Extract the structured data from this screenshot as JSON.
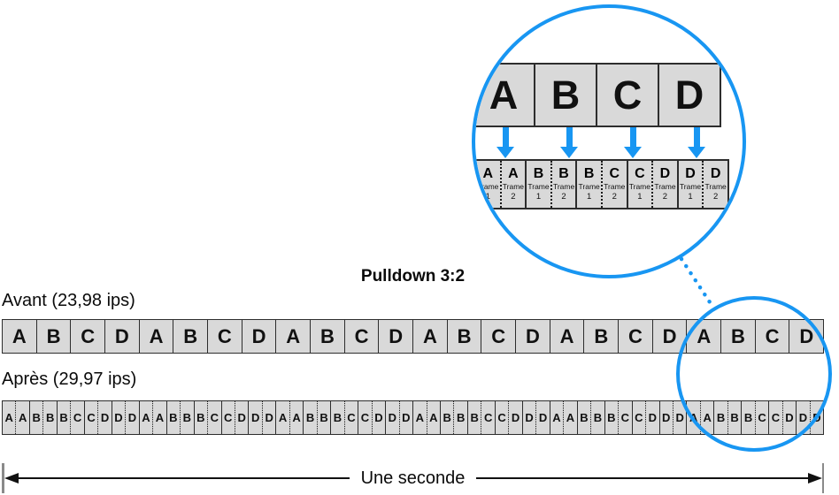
{
  "title": "Pulldown 3:2",
  "colors": {
    "accent_blue": "#1896f2",
    "box_fill": "#d9d9d9",
    "box_border": "#2d2d2d"
  },
  "magnifier": {
    "frames": [
      "A",
      "B",
      "C",
      "D"
    ],
    "fields": [
      {
        "letter": "A",
        "trame": "Trame",
        "num": "1"
      },
      {
        "letter": "A",
        "trame": "Trame",
        "num": "2"
      },
      {
        "letter": "B",
        "trame": "Trame",
        "num": "1"
      },
      {
        "letter": "B",
        "trame": "Trame",
        "num": "2"
      },
      {
        "letter": "B",
        "trame": "Trame",
        "num": "1"
      },
      {
        "letter": "C",
        "trame": "Trame",
        "num": "2"
      },
      {
        "letter": "C",
        "trame": "Trame",
        "num": "1"
      },
      {
        "letter": "D",
        "trame": "Trame",
        "num": "2"
      },
      {
        "letter": "D",
        "trame": "Trame",
        "num": "1"
      },
      {
        "letter": "D",
        "trame": "Trame",
        "num": "2"
      }
    ]
  },
  "before": {
    "label": "Avant (23,98 ips)",
    "frames": [
      "A",
      "B",
      "C",
      "D",
      "A",
      "B",
      "C",
      "D",
      "A",
      "B",
      "C",
      "D",
      "A",
      "B",
      "C",
      "D",
      "A",
      "B",
      "C",
      "D",
      "A",
      "B",
      "C",
      "D"
    ]
  },
  "after": {
    "label": "Après (29,97 ips)",
    "fields": [
      "A",
      "A",
      "B",
      "B",
      "B",
      "C",
      "C",
      "D",
      "D",
      "D",
      "A",
      "A",
      "B",
      "B",
      "B",
      "C",
      "C",
      "D",
      "D",
      "D",
      "A",
      "A",
      "B",
      "B",
      "B",
      "C",
      "C",
      "D",
      "D",
      "D",
      "A",
      "A",
      "B",
      "B",
      "B",
      "C",
      "C",
      "D",
      "D",
      "D",
      "A",
      "A",
      "B",
      "B",
      "B",
      "C",
      "C",
      "D",
      "D",
      "D",
      "A",
      "A",
      "B",
      "B",
      "B",
      "C",
      "C",
      "D",
      "D",
      "D"
    ]
  },
  "scale": {
    "label": "Une seconde"
  }
}
